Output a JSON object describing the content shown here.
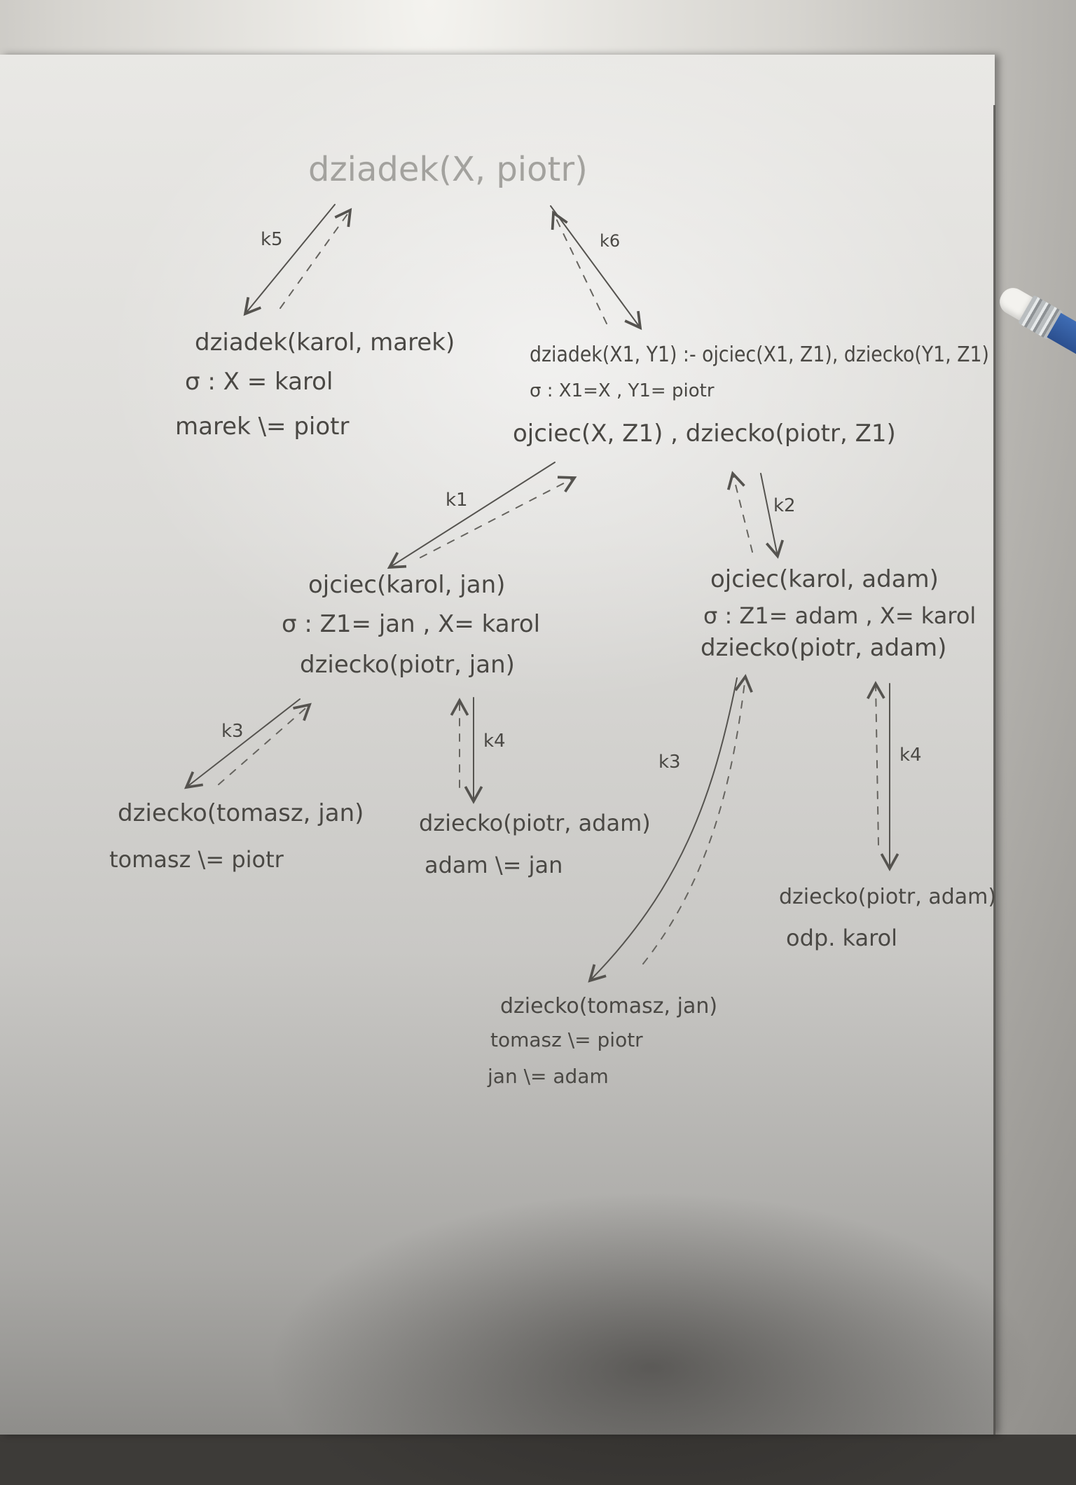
{
  "root": {
    "goal": "dziadek(X, piotr)"
  },
  "branch_left": {
    "edge_label": "k5",
    "head": "dziadek(karol, marek)",
    "sigma": "σ : X = karol",
    "check": "marek \\= piotr"
  },
  "branch_right": {
    "edge_label": "k6",
    "rule": "dziadek(X1, Y1) :- ojciec(X1, Z1), dziecko(Y1, Z1)",
    "sigma": "σ : X1=X , Y1= piotr",
    "goals": "ojciec(X, Z1) ,   dziecko(piotr, Z1)"
  },
  "node_ojciec_jan": {
    "edge_label": "k1",
    "head": "ojciec(karol, jan)",
    "sigma": "σ : Z1= jan , X= karol",
    "goal": "dziecko(piotr, jan)"
  },
  "node_ojciec_adam": {
    "edge_label": "k2",
    "head": "ojciec(karol, adam)",
    "sigma": "σ : Z1= adam , X= karol",
    "goal": "dziecko(piotr, adam)"
  },
  "leaf_1": {
    "edge_label": "k3",
    "head": "dziecko(tomasz, jan)",
    "check": "tomasz \\= piotr"
  },
  "leaf_2": {
    "edge_label": "k4",
    "head": "dziecko(piotr, adam)",
    "check": "adam \\= jan"
  },
  "leaf_3": {
    "edge_label": "k3",
    "head": "dziecko(tomasz, jan)",
    "check1": "tomasz \\= piotr",
    "check2": "jan \\= adam"
  },
  "leaf_4": {
    "edge_label": "k4",
    "head": "dziecko(piotr, adam)",
    "answer": "odp. karol"
  }
}
